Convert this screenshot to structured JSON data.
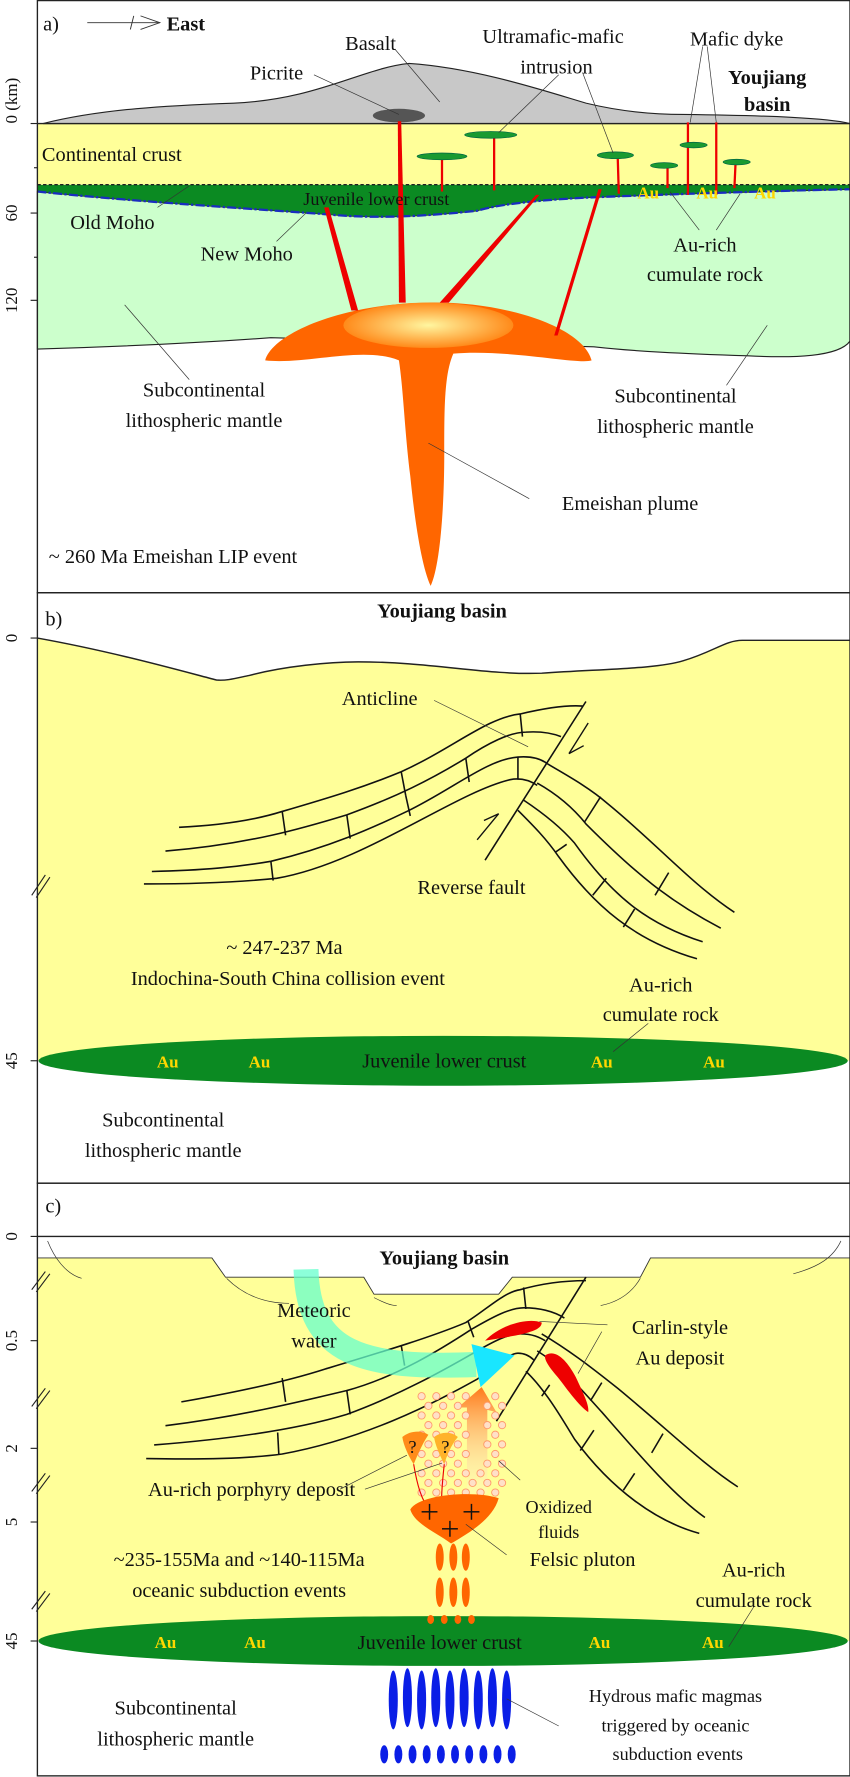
{
  "colors": {
    "crust": "#ffff99",
    "juvenile_crust": "#0b8a22",
    "mantle": "#ccffcc",
    "plume": "#ff6600",
    "basalt": "#c8c8c8",
    "dyke": "#ee0000",
    "au_text": "#ffd700",
    "moho_line": "#1a2cc0",
    "hydrous_magma": "#0a1ee6",
    "meteoric_water": "#66ffcc"
  },
  "axis": {
    "unit_label": "0 (km)",
    "panel_a_ticks": [
      "0",
      "60",
      "120"
    ],
    "panel_b_ticks": [
      "0",
      "45"
    ],
    "panel_c_ticks": [
      "0",
      "0.5",
      "2",
      "5",
      "45"
    ]
  },
  "panel_a": {
    "label": "a)",
    "direction": "East",
    "basalt": "Basalt",
    "picrite": "Picrite",
    "intrusion_line1": "Ultramafic-mafic",
    "intrusion_line2": "intrusion",
    "mafic_dyke": "Mafic dyke",
    "basin_line1": "Youjiang",
    "basin_line2": "basin",
    "continental_crust": "Continental crust",
    "juvenile_crust": "Juvenile lower crust",
    "au": "Au",
    "old_moho": "Old Moho",
    "new_moho": "New Moho",
    "cumulate_line1": "Au-rich",
    "cumulate_line2": "cumulate rock",
    "mantle_line1": "Subcontinental",
    "mantle_line2": "lithospheric mantle",
    "plume": "Emeishan plume",
    "event": "~ 260 Ma Emeishan LIP event"
  },
  "panel_b": {
    "label": "b)",
    "basin": "Youjiang basin",
    "anticline": "Anticline",
    "reverse_fault": "Reverse fault",
    "event_line1": "~ 247-237 Ma",
    "event_line2": "Indochina-South China collision event",
    "cumulate_line1": "Au-rich",
    "cumulate_line2": "cumulate rock",
    "juvenile_crust": "Juvenile lower crust",
    "au": "Au",
    "mantle_line1": "Subcontinental",
    "mantle_line2": "lithospheric mantle"
  },
  "panel_c": {
    "label": "c)",
    "basin": "Youjiang basin",
    "meteoric_line1": "Meteoric",
    "meteoric_line2": "water",
    "carlin_line1": "Carlin-style",
    "carlin_line2": "Au deposit",
    "porphyry": "Au-rich porphyry deposit",
    "question": "?",
    "oxidized_line1": "Oxidized",
    "oxidized_line2": "fluids",
    "pluton": "Felsic pluton",
    "event_line1": "~235-155Ma and ~140-115Ma",
    "event_line2": "oceanic subduction events",
    "cumulate_line1": "Au-rich",
    "cumulate_line2": "cumulate rock",
    "juvenile_crust": "Juvenile lower crust",
    "au": "Au",
    "mantle_line1": "Subcontinental",
    "mantle_line2": "lithospheric mantle",
    "hydrous_line1": "Hydrous mafic magmas",
    "hydrous_line2": "triggered by oceanic",
    "hydrous_line3": "subduction events"
  }
}
